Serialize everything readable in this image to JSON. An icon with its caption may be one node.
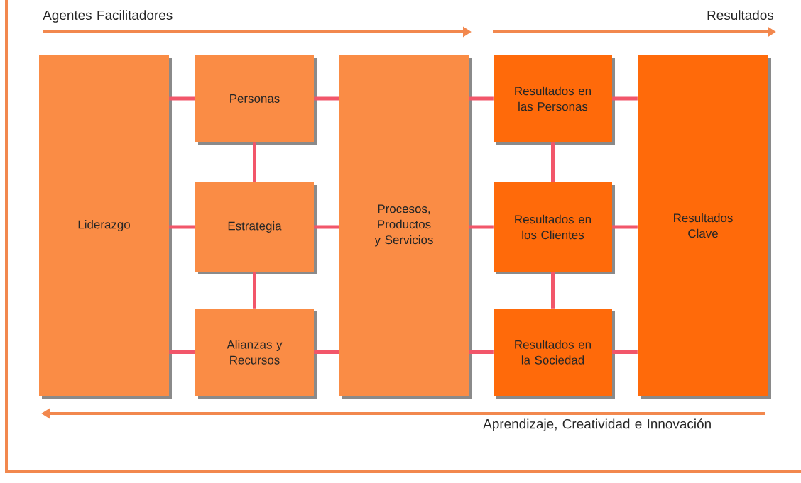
{
  "diagram": {
    "nodes": [
      {
        "text": [
          "Liderazgo"
        ]
      },
      {
        "text": [
          "Personas"
        ]
      },
      {
        "text": [
          "Estrategia"
        ]
      },
      {
        "text": [
          "Alianzas y Recursos"
        ]
      },
      {
        "text": [
          "Procesos, Productos y Servicios"
        ]
      },
      {
        "text": [
          "Resultados en las Personas"
        ]
      },
      {
        "text": [
          "Resultados en los Clientes"
        ]
      },
      {
        "text": [
          "Resultados en la Sociedad"
        ]
      },
      {
        "text": [
          "Resultados Clave"
        ]
      }
    ],
    "edges": [
      {
        "from": 0,
        "to": 1,
        "arrow": "none"
      },
      {
        "from": 0,
        "to": 2,
        "arrow": "none"
      },
      {
        "from": 0,
        "to": 3,
        "arrow": "none"
      },
      {
        "from": 1,
        "to": 2,
        "arrow": "none"
      },
      {
        "from": 2,
        "to": 3,
        "arrow": "none"
      },
      {
        "from": 1,
        "to": 4,
        "arrow": "none"
      },
      {
        "from": 2,
        "to": 4,
        "arrow": "none"
      },
      {
        "from": 3,
        "to": 4,
        "arrow": "none"
      },
      {
        "from": 4,
        "to": 5,
        "arrow": "none"
      },
      {
        "from": 4,
        "to": 6,
        "arrow": "none"
      },
      {
        "from": 4,
        "to": 7,
        "arrow": "none"
      },
      {
        "from": 5,
        "to": 6,
        "arrow": "none"
      },
      {
        "from": 6,
        "to": 7,
        "arrow": "none"
      },
      {
        "from": 5,
        "to": 8,
        "arrow": "none"
      },
      {
        "from": 6,
        "to": 8,
        "arrow": "none"
      },
      {
        "from": 7,
        "to": 8,
        "arrow": "none"
      }
    ],
    "labels": [
      "Agentes Facilitadores",
      "Resultados",
      "Aprendizaje, Creatividad e Innovación"
    ]
  }
}
